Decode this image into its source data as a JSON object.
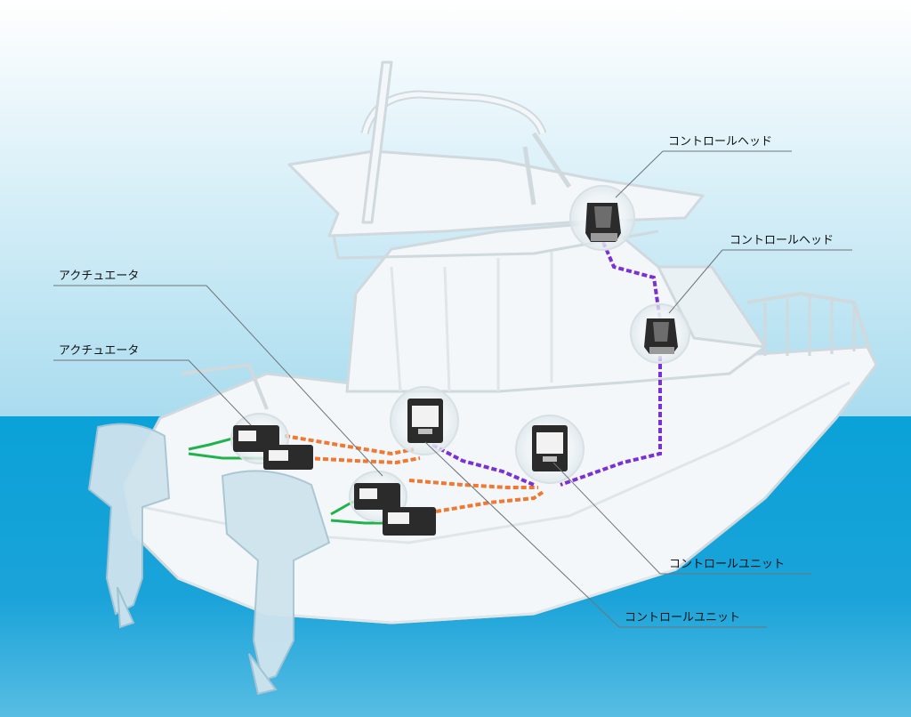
{
  "labels": {
    "actuator_1": "アクチュエータ",
    "actuator_2": "アクチュエータ",
    "control_head_1": "コントロールヘッド",
    "control_head_2": "コントロールヘッド",
    "control_unit_1": "コントロールユニット",
    "control_unit_2": "コントロールユニット"
  },
  "colors": {
    "sky_top": "#ffffff",
    "sky_bottom": "#a9dcef",
    "sea_top": "#0aa2d8",
    "sea_bottom": "#2b9fd4",
    "boat_fill": "#f3f7f9",
    "boat_stroke": "#cfd9de",
    "engine_fill": "#cfe4ee",
    "cable_green": "#22b24c",
    "cable_orange": "#f07830",
    "cable_purple": "#7b2fd6",
    "device_dark": "#2b2b2b",
    "leader_line": "#6f7478"
  }
}
